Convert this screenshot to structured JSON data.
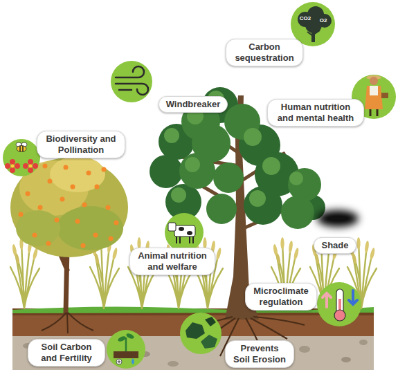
{
  "diagram": {
    "nodes": [
      {
        "text": [
          "Carbon sequestration"
        ]
      },
      {
        "text": [
          "Windbreaker"
        ]
      },
      {
        "text": [
          "Human nutrition and mental health"
        ]
      },
      {
        "text": [
          "Biodiversity and Pollination"
        ]
      },
      {
        "text": [
          "Animal nutrition and welfare"
        ]
      },
      {
        "text": [
          "Shade"
        ]
      },
      {
        "text": [
          "Microclimate regulation"
        ]
      },
      {
        "text": [
          "Soil Carbon and Fertility"
        ]
      },
      {
        "text": [
          "Prevents Soil Erosion"
        ]
      }
    ],
    "labels": [
      "CO2",
      "O2"
    ]
  }
}
